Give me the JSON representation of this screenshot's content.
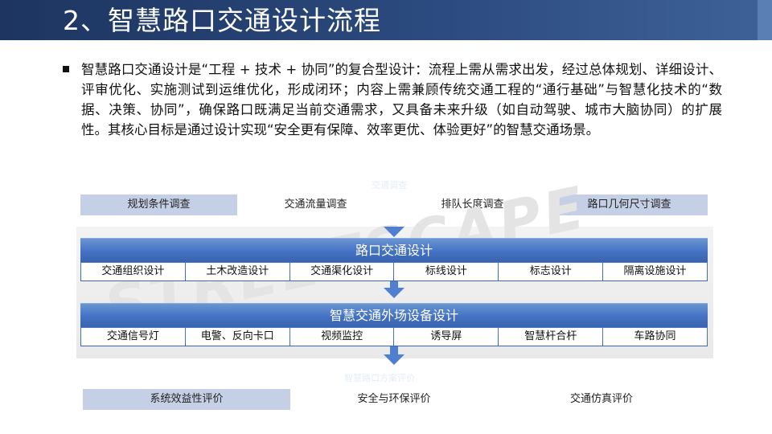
{
  "header": {
    "title": "2、智慧路口交通设计流程"
  },
  "intro": {
    "paragraph": "智慧路口交通设计是“工程 + 技术 + 协同”的复合型设计：流程上需从需求出发，经过总体规划、详细设计、评审优化、实施测试到运维优化，形成闭环；内容上需兼顾传统交通工程的“通行基础”与智慧化技术的“数据、决策、协同”，确保路口既满足当前交通需求，又具备未来升级（如自动驾驶、城市大脑协同）的扩展性。其核心目标是通过设计实现“安全更有保障、效率更优、体验更好”的智慧交通场景。"
  },
  "diagram": {
    "top_label": "交通调查",
    "surveys": [
      "规划条件调查",
      "交通流量调查",
      "排队长度调查",
      "路口几何尺寸调查"
    ],
    "stages": [
      {
        "title": "路口交通设计",
        "items": [
          "交通组织设计",
          "土木改造设计",
          "交通渠化设计",
          "标线设计",
          "标志设计",
          "隔离设施设计"
        ]
      },
      {
        "title": "智慧交通外场设备设计",
        "items": [
          "交通信号灯",
          "电警、反向卡口",
          "视频监控",
          "诱导屏",
          "智慧杆合杆",
          "车路协同"
        ]
      }
    ],
    "bottom_label": "智慧路口方案评价",
    "evaluations": [
      "系统效益性评价",
      "安全与环保评价",
      "交通仿真评价"
    ]
  },
  "colors": {
    "title_bar": "#1d3560",
    "stage_header": "#4472c4",
    "shaded_box": "#c5cfe6",
    "arrow": "#4e7fd0"
  }
}
